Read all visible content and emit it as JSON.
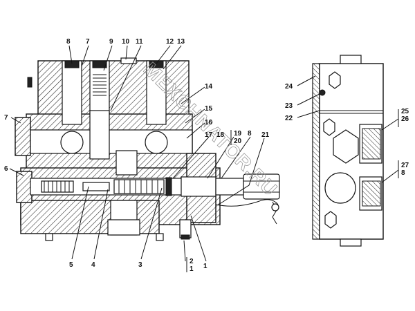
{
  "watermark": "MEXCHNATOR.RU",
  "labels": {
    "l8top": "8",
    "l7top": "7",
    "l9": "9",
    "l10": "10",
    "l11": "11",
    "l12": "12",
    "l13": "13",
    "l14": "14",
    "l15": "15",
    "l16": "16",
    "l17": "17",
    "l18": "18",
    "l19": "19",
    "l20": "20",
    "l8mid": "8",
    "l21": "21",
    "l7left": "7",
    "l6": "6",
    "l5": "5",
    "l4": "4",
    "l3": "3",
    "l2": "2",
    "l1a": "1",
    "l1b": "1",
    "l24": "24",
    "l23": "23",
    "l22": "22",
    "l25": "25",
    "l26": "26",
    "l27": "27",
    "l8right": "8"
  }
}
